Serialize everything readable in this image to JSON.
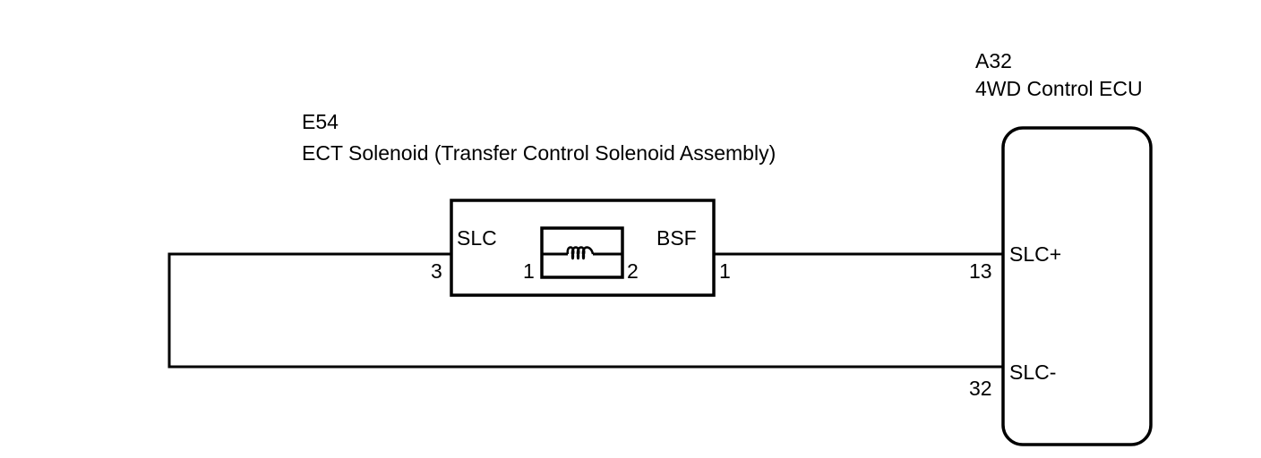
{
  "components": {
    "solenoid": {
      "code": "E54",
      "name": "ECT Solenoid (Transfer Control Solenoid Assembly)",
      "terminals": {
        "left_name": "SLC",
        "right_name": "BSF",
        "outer_left_pin": "3",
        "inner_left_pin": "1",
        "inner_right_pin": "2",
        "outer_right_pin": "1"
      }
    },
    "ecu": {
      "code": "A32",
      "name": "4WD Control ECU",
      "terminals": {
        "top_name": "SLC+",
        "top_pin": "13",
        "bottom_name": "SLC-",
        "bottom_pin": "32"
      }
    }
  },
  "icons": {
    "coil": "coil-icon"
  }
}
